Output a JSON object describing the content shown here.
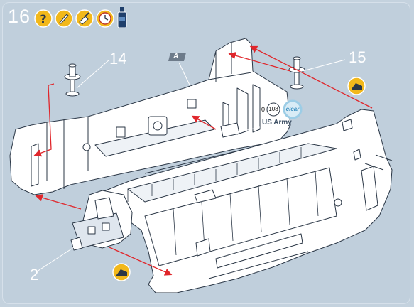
{
  "step": {
    "number": "16"
  },
  "header_icons": [
    {
      "name": "help-icon",
      "color": "#f2b81b"
    },
    {
      "name": "knife-icon",
      "color": "#f2b81b"
    },
    {
      "name": "sanding-icon",
      "color": "#f2b81b"
    },
    {
      "name": "clock-icon",
      "color": "#f2b81b"
    },
    {
      "name": "glue-bottle-icon",
      "color": "#1f3f6b"
    }
  ],
  "callouts": {
    "part_14": "14",
    "part_15": "15",
    "part_2": "2"
  },
  "label_a": "A",
  "paint": {
    "prefix": "0",
    "number": "108",
    "type": "clear",
    "name": "US Army"
  },
  "colors": {
    "accent": "#f2b81b",
    "arrow": "#e0262b",
    "background": "#c0cfdc",
    "line": "#2b3746"
  }
}
